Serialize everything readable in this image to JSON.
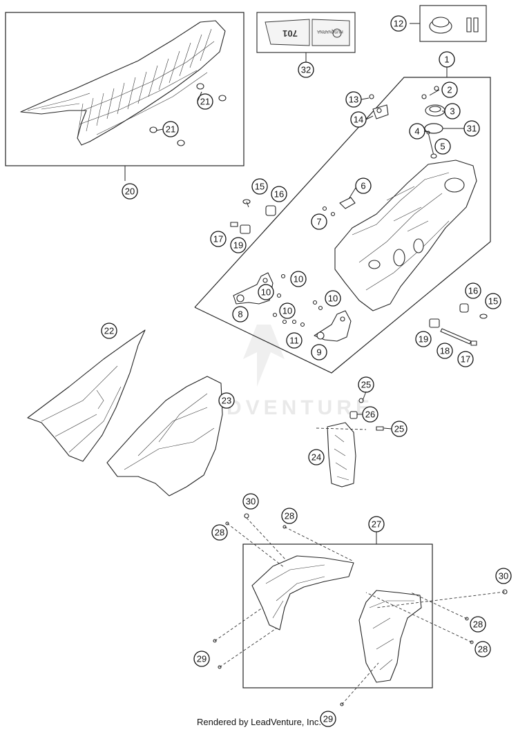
{
  "footer": {
    "text": "Rendered by LeadVenture, Inc."
  },
  "watermark": {
    "text": "LEADVENTURE"
  },
  "decal": {
    "model_text": "701",
    "brand_text": "HUSQVARNA"
  },
  "callouts": [
    "1",
    "2",
    "3",
    "4",
    "5",
    "6",
    "7",
    "8",
    "9",
    "10",
    "10",
    "10",
    "10",
    "11",
    "12",
    "13",
    "14",
    "15",
    "15",
    "16",
    "16",
    "17",
    "17",
    "18",
    "19",
    "19",
    "20",
    "21",
    "21",
    "22",
    "23",
    "24",
    "25",
    "25",
    "26",
    "27",
    "28",
    "28",
    "28",
    "28",
    "29",
    "29",
    "30",
    "30",
    "31",
    "32"
  ]
}
